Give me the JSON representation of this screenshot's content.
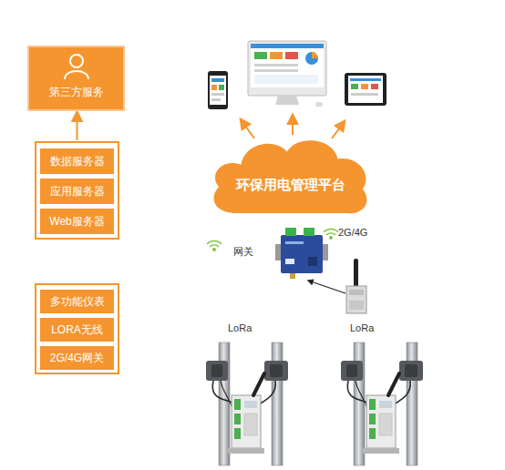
{
  "diagram": {
    "nodes": [
      {
        "text": [
          "第三方服务"
        ]
      },
      {
        "text": []
      },
      {
        "text": [
          "数据服务器"
        ],
        "in": 1
      },
      {
        "text": [
          "应用服务器"
        ],
        "in": 1
      },
      {
        "text": [
          "Web服务器"
        ],
        "in": 1
      },
      {
        "text": []
      },
      {
        "text": [
          "多功能仪表"
        ],
        "in": 5
      },
      {
        "text": [
          "LORA无线"
        ],
        "in": 5
      },
      {
        "text": [
          "2G/4G网关"
        ],
        "in": 5
      },
      {
        "text": [
          "环保用电管理平台"
        ]
      }
    ],
    "edges": [
      {
        "from": 1,
        "to": 0,
        "arrow": "to"
      }
    ],
    "labels": [
      "网关",
      "2G/4G",
      "LoRa",
      "LoRa"
    ]
  }
}
